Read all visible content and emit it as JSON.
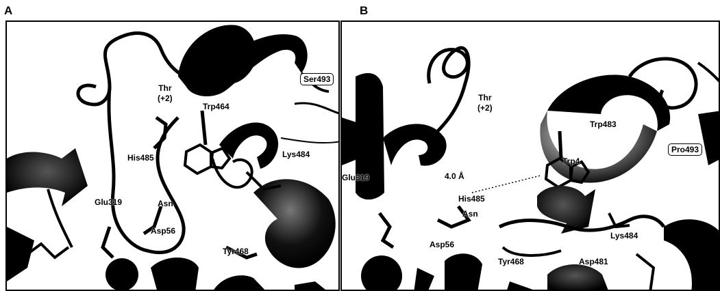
{
  "panels": {
    "a": {
      "letter": "A",
      "labels": {
        "ser": "Ser493",
        "thr": "Thr",
        "thr_pos": "(+2)",
        "trp": "Trp464",
        "his": "His485",
        "lys": "Lys484",
        "glu": "Glu319",
        "asn": "Asn",
        "asp56": "Asp56",
        "tyr": "Tyr468"
      }
    },
    "b": {
      "letter": "B",
      "labels": {
        "thr": "Thr",
        "thr_pos": "(+2)",
        "trp483": "Trp483",
        "pro": "Pro493",
        "trp_partial": "Trp4",
        "glu": "Glu319",
        "dist": "4.0 Å",
        "his": "His485",
        "asn": "Asn",
        "lys": "Lys484",
        "asp56": "Asp56",
        "tyr": "Tyr468",
        "asp481": "Asp481"
      }
    }
  }
}
